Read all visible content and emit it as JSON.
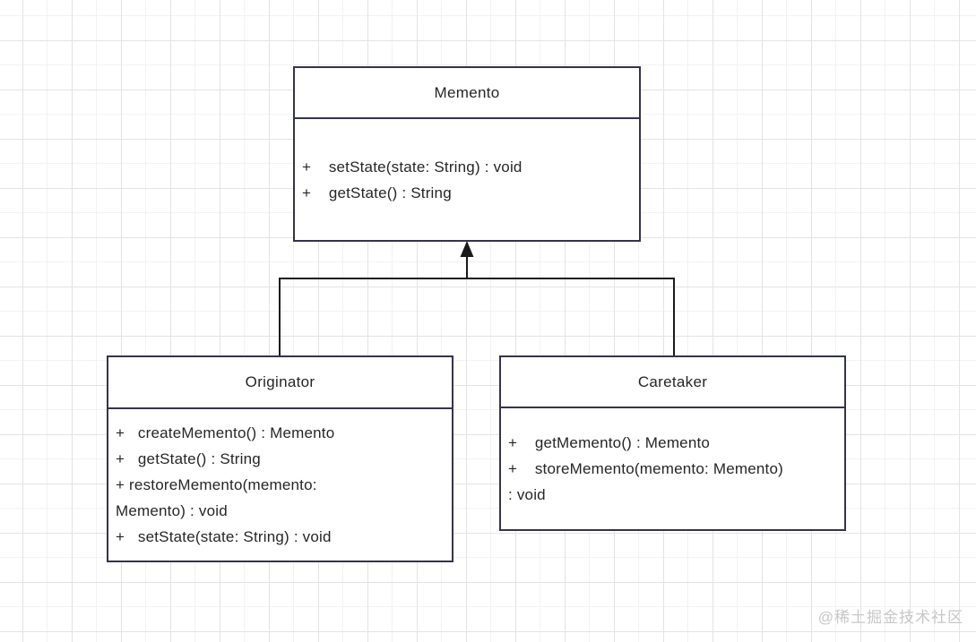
{
  "diagram": {
    "title": "Memento pattern UML class diagram",
    "classes": {
      "memento": {
        "title": "Memento",
        "methods": [
          "+    setState(state: String) : void",
          "+    getState() : String"
        ]
      },
      "originator": {
        "title": "Originator",
        "methods": [
          "+   createMemento() : Memento",
          "+   getState() : String",
          "+ restoreMemento(memento:",
          "Memento) : void",
          "+   setState(state: String) : void"
        ]
      },
      "caretaker": {
        "title": "Caretaker",
        "methods": [
          "+    getMemento() : Memento",
          "+    storeMemento(memento: Memento)",
          ": void"
        ]
      }
    },
    "relations": [
      {
        "from": "Originator",
        "to": "Memento",
        "style": "solid-line-filled-arrow"
      },
      {
        "from": "Caretaker",
        "to": "Memento",
        "style": "solid-line-filled-arrow"
      }
    ],
    "colors": {
      "box_border": "#34344c",
      "box_background": "#ffffff",
      "text": "#262626",
      "connector": "#1a1a1a",
      "grid_major": "#e3e3e8",
      "grid_minor": "#f2f2f5",
      "watermark": "#c7c7c7"
    }
  },
  "watermark": "@稀土掘金技术社区"
}
